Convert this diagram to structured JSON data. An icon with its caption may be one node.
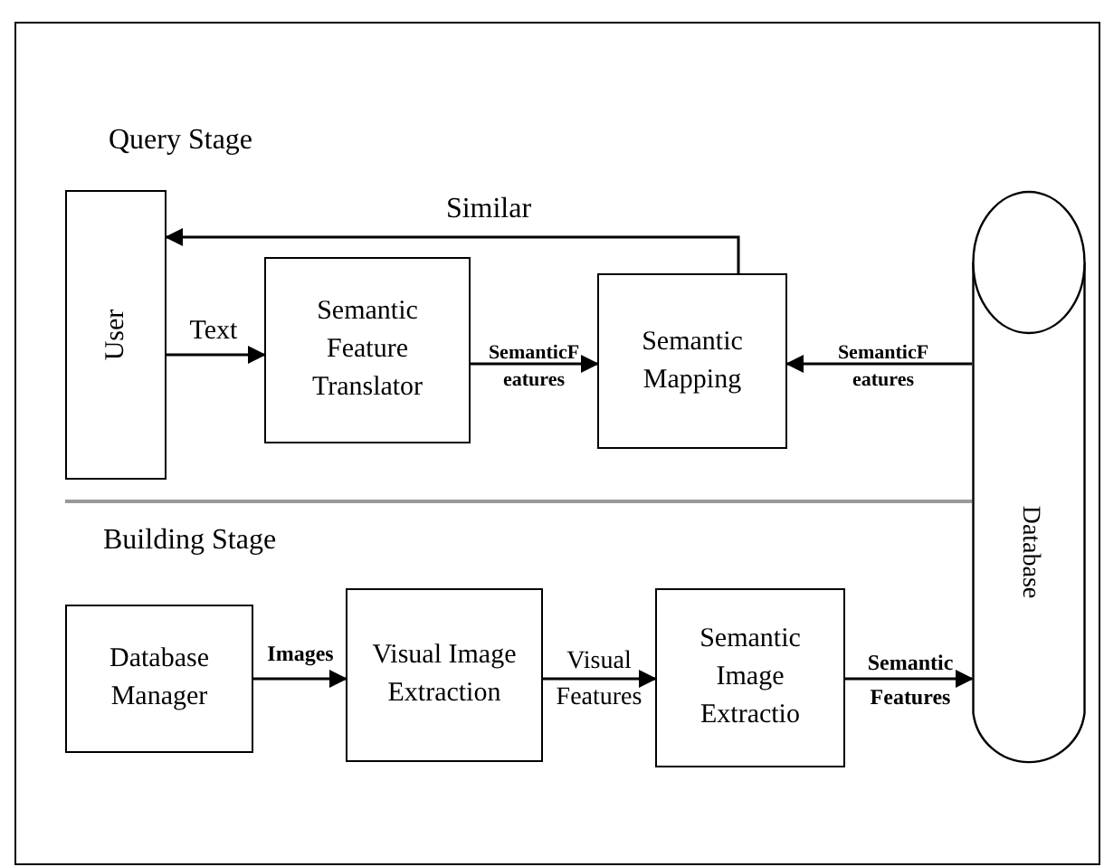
{
  "diagram": {
    "nodes": [
      {
        "text": [
          "User"
        ]
      },
      {
        "text": [
          "Semantic Feature Translator"
        ]
      },
      {
        "text": [
          "Semantic Mapping"
        ]
      },
      {
        "text": [
          "Database"
        ]
      },
      {
        "text": [
          "Database Manager"
        ]
      },
      {
        "text": [
          "Visual Image Extraction"
        ]
      },
      {
        "text": [
          "Semantic Image Extractio"
        ]
      }
    ],
    "edges": [
      {
        "from": 2,
        "to": 0,
        "arrow": "to",
        "label": "Similar"
      },
      {
        "from": 0,
        "to": 1,
        "arrow": "to",
        "label": "Text"
      },
      {
        "from": 1,
        "to": 2,
        "arrow": "to",
        "label": "SemanticF eatures"
      },
      {
        "from": 3,
        "to": 2,
        "arrow": "to",
        "label": "SemanticF eatures"
      },
      {
        "from": 4,
        "to": 5,
        "arrow": "to",
        "label": "Images"
      },
      {
        "from": 5,
        "to": 6,
        "arrow": "to",
        "label": "Visual Features"
      },
      {
        "from": 6,
        "to": 3,
        "arrow": "to",
        "label": "Semantic Features"
      }
    ],
    "labels": [
      "Query Stage",
      "Building Stage"
    ]
  }
}
